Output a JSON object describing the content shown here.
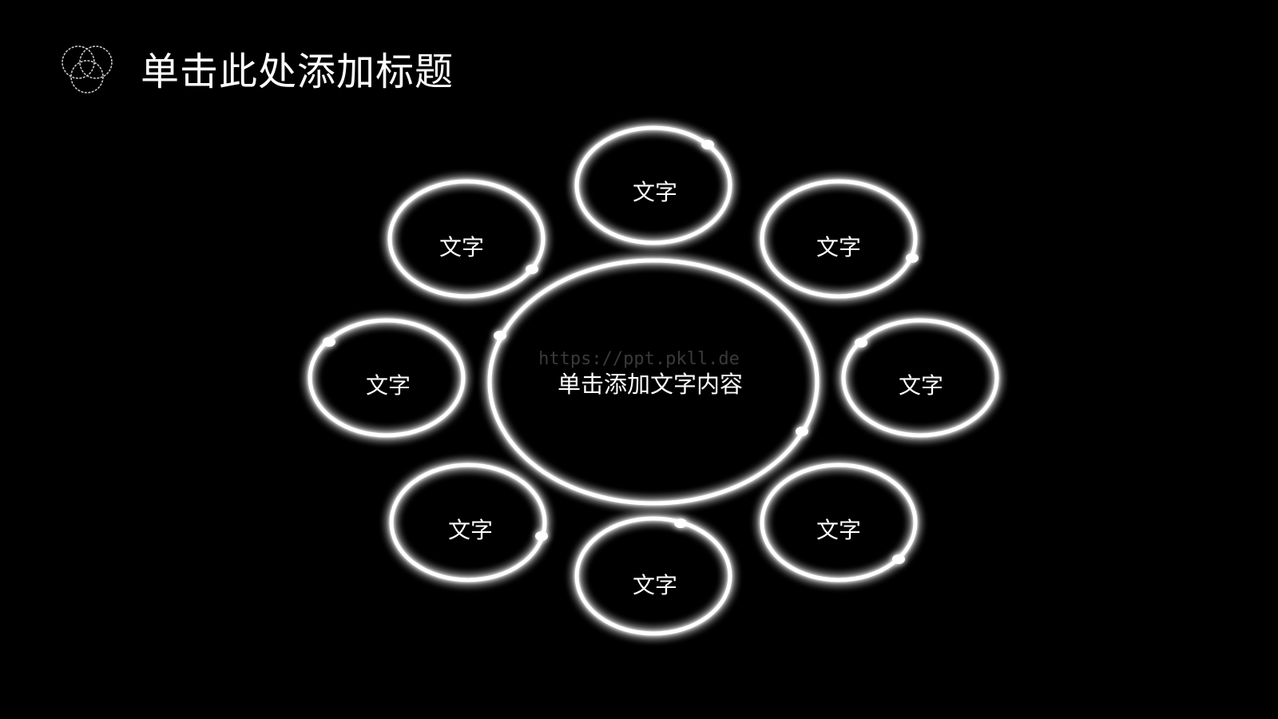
{
  "slide": {
    "title": "单击此处添加标题",
    "logo_icon": "three-circle-venn-icon"
  },
  "diagram": {
    "center": {
      "label": "单击添加文字内容"
    },
    "watermark": "https://ppt.pkll.de",
    "nodes": [
      {
        "id": "top",
        "label": "文字"
      },
      {
        "id": "top-right",
        "label": "文字"
      },
      {
        "id": "right",
        "label": "文字"
      },
      {
        "id": "bottom-right",
        "label": "文字"
      },
      {
        "id": "bottom",
        "label": "文字"
      },
      {
        "id": "bottom-left",
        "label": "文字"
      },
      {
        "id": "left",
        "label": "文字"
      },
      {
        "id": "top-left",
        "label": "文字"
      }
    ]
  },
  "colors": {
    "background": "#000000",
    "ring": "#ffffff",
    "glow": "#ffffff"
  }
}
